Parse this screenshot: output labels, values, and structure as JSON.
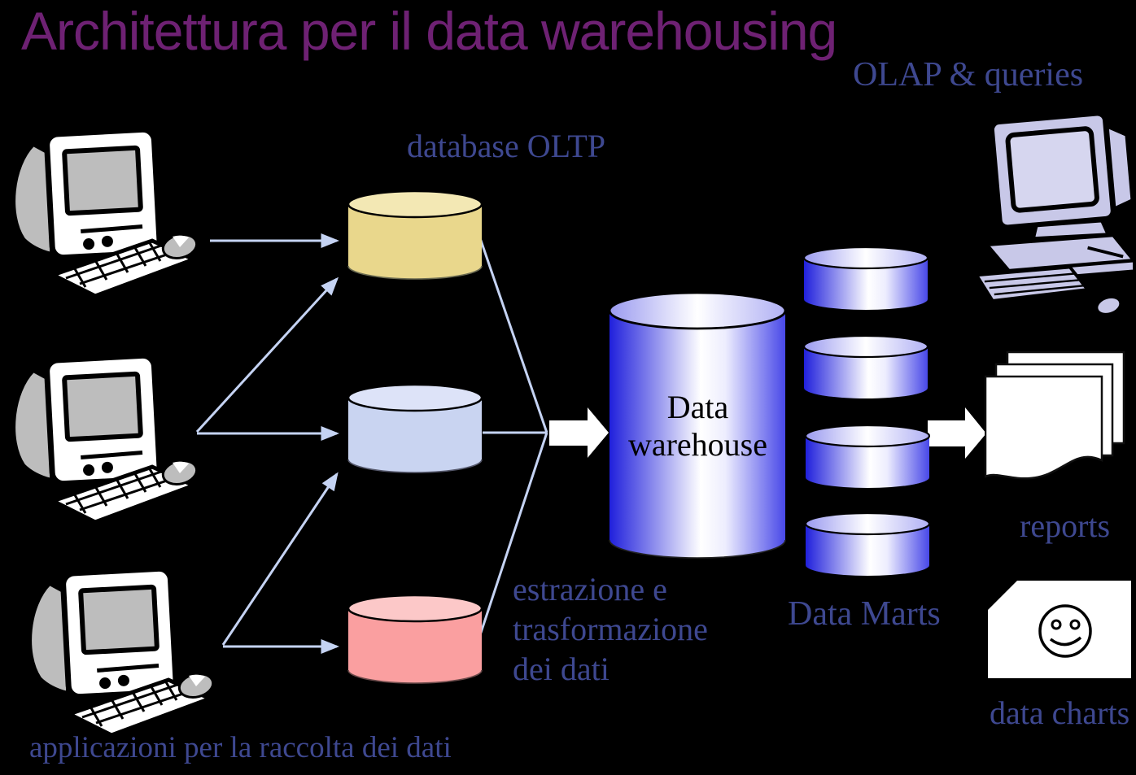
{
  "title": "Architettura per il data warehousing",
  "labels": {
    "olap_queries": "OLAP & queries",
    "database_oltp": "database OLTP",
    "estrazione": "estrazione e\ntrasformazione\ndei dati",
    "applicazioni": "applicazioni per la raccolta dei dati",
    "data_marts": "Data Marts",
    "reports": "reports",
    "data_charts": "data charts",
    "warehouse_line1": "Data",
    "warehouse_line2": "warehouse"
  },
  "icons": {
    "workstation_1": "workstation-computer-icon",
    "workstation_2": "workstation-computer-icon",
    "workstation_3": "workstation-computer-icon",
    "olap_computer": "olap-computer-icon",
    "oltp_database": "database-cylinder-yellow",
    "staging_database": "database-cylinder-blue",
    "raw_database": "database-cylinder-pink",
    "data_warehouse": "data-warehouse-cylinder",
    "data_marts_stack": "data-marts-cylinders",
    "reports_stack": "reports-pages-icon",
    "data_charts_page": "smiley-chart-page-icon"
  },
  "colors": {
    "background": "#000000",
    "title": "#6E2173",
    "label_blue": "#3E4890",
    "arrow_blue": "#C5D3F3",
    "cylinder_yellow": "#E9D78C",
    "cylinder_yellow_top": "#F3E8B4",
    "cylinder_blue": "#C9D4F1",
    "cylinder_blue_top": "#DDE3F8",
    "cylinder_pink": "#FA9FA0",
    "cylinder_pink_top": "#FCC8C8",
    "warehouse_blue": "#2A2AE0",
    "clipart_gray": "#BDBDBD",
    "clipart_periwinkle": "#C8C8E8",
    "page_white": "#FFFFFF"
  }
}
